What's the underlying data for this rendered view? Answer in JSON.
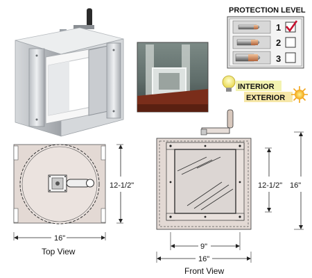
{
  "protection": {
    "title": "PROTECTION LEVEL",
    "levels": [
      {
        "number": "1",
        "checked": true
      },
      {
        "number": "2",
        "checked": false
      },
      {
        "number": "3",
        "checked": false
      }
    ],
    "accent_color": "#c8102e"
  },
  "location": {
    "interior_label": "INTERIOR",
    "exterior_label": "EXTERIOR",
    "icons": [
      "lightbulb-icon",
      "sun-icon"
    ]
  },
  "top_view": {
    "caption": "Top View",
    "width_dim": "16\"",
    "depth_dim": "12-1/2\""
  },
  "front_view": {
    "caption": "Front View",
    "window_height_dim": "12-1/2\"",
    "total_height_dim": "16\"",
    "opening_width_dim": "9\"",
    "total_width_dim": "16\""
  }
}
